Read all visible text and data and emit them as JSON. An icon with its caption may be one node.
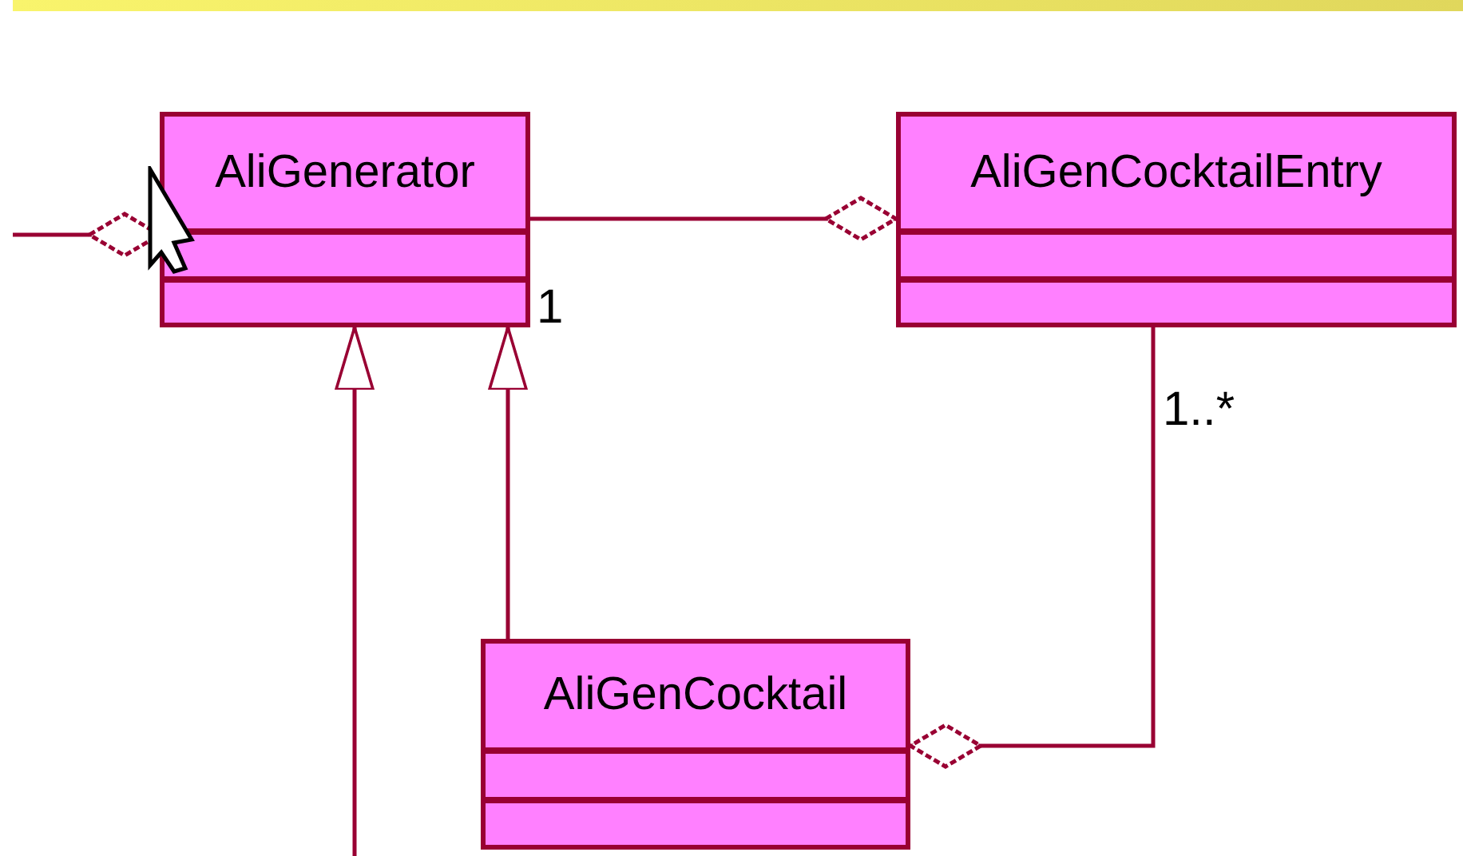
{
  "diagram": {
    "nodes": [
      {
        "text": [
          "AliGenerator"
        ]
      },
      {
        "text": [
          "AliGenCocktailEntry"
        ]
      },
      {
        "text": [
          "AliGenCocktail"
        ]
      }
    ],
    "edges": [
      {
        "from": null,
        "to": 0,
        "arrow": "other"
      },
      {
        "from": 0,
        "to": 1,
        "arrow": "other"
      },
      {
        "from": 2,
        "to": 0,
        "arrow": "to"
      },
      {
        "from": null,
        "to": 0,
        "arrow": "to"
      },
      {
        "from": 1,
        "to": 2,
        "arrow": "other"
      }
    ],
    "labels": [
      "1",
      "1..*"
    ]
  }
}
